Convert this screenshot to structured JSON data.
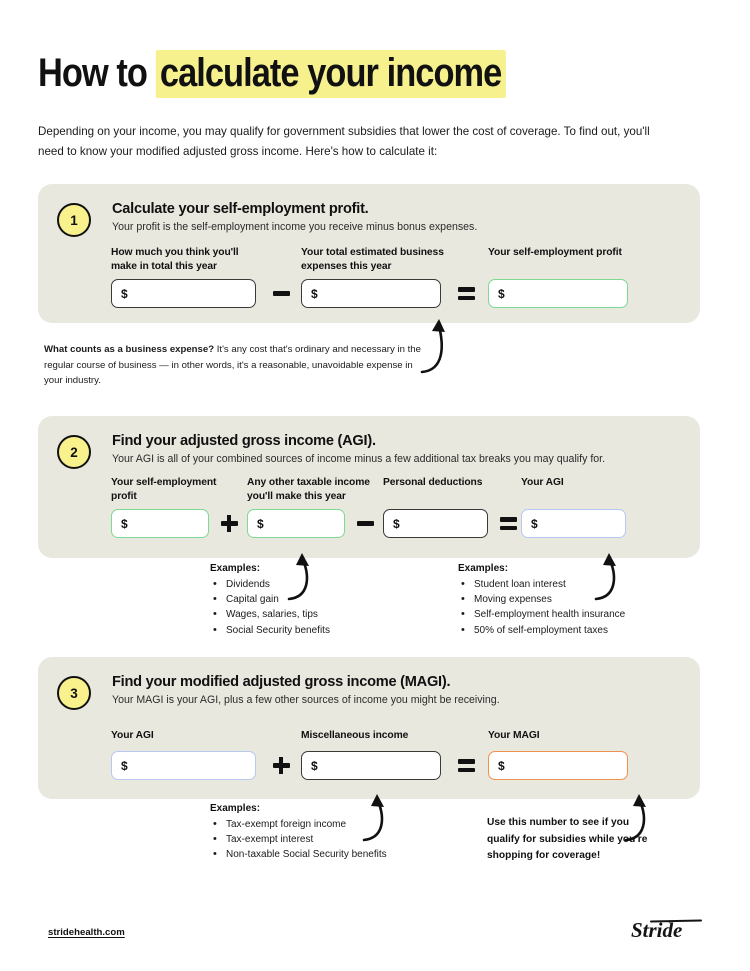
{
  "header": {
    "title_plain": "How to ",
    "title_highlight": "calculate your income",
    "intro": "Depending on your income, you may qualify for government subsidies that lower the cost of coverage. To find out, you'll need to know your modified adjusted gross income. Here's how to calculate it:"
  },
  "colors": {
    "highlight": "#F6F08D",
    "card_bg": "#E9E8DF",
    "badge_bg": "#F8F18C",
    "border_default": "#3A3A38",
    "border_green": "#7ED992",
    "border_blue": "#B8C8F0",
    "border_orange": "#F0924F"
  },
  "steps": [
    {
      "number": "1",
      "title": "Calculate your self-employment profit.",
      "subtitle": "Your profit is the self-employment income you receive minus bonus expenses.",
      "fields": [
        {
          "label": "How much you think you'll make in total this year",
          "value": "",
          "prefix": "$",
          "border": "default"
        },
        {
          "label": "Your total estimated business expenses this year",
          "value": "",
          "prefix": "$",
          "border": "default"
        },
        {
          "label": "Your self-employment profit",
          "value": "",
          "prefix": "$",
          "border": "green"
        }
      ],
      "operators": [
        "minus",
        "equals"
      ]
    },
    {
      "number": "2",
      "title": "Find your adjusted gross income (AGI).",
      "subtitle": "Your AGI is all of your combined sources of income minus a few additional tax breaks you may qualify for.",
      "fields": [
        {
          "label": "Your self-employment profit",
          "value": "",
          "prefix": "$",
          "border": "green"
        },
        {
          "label": "Any other taxable income you'll make this year",
          "value": "",
          "prefix": "$",
          "border": "green"
        },
        {
          "label": "Personal deductions",
          "value": "",
          "prefix": "$",
          "border": "default"
        },
        {
          "label": "Your AGI",
          "value": "",
          "prefix": "$",
          "border": "blue"
        }
      ],
      "operators": [
        "plus",
        "minus",
        "equals"
      ]
    },
    {
      "number": "3",
      "title": "Find your modified adjusted gross income (MAGI).",
      "subtitle": "Your MAGI is your AGI, plus a few other sources of income you might be receiving.",
      "fields": [
        {
          "label": "Your AGI",
          "value": "",
          "prefix": "$",
          "border": "blue"
        },
        {
          "label": "Miscellaneous income",
          "value": "",
          "prefix": "$",
          "border": "default"
        },
        {
          "label": "Your MAGI",
          "value": "",
          "prefix": "$",
          "border": "orange"
        }
      ],
      "operators": [
        "plus",
        "equals"
      ]
    }
  ],
  "notes": {
    "business_expense_bold": "What counts as a business expense?",
    "business_expense_text": " It's any cost that's ordinary and necessary in the regular course of business — in other words, it's a reasonable, unavoidable expense in your industry."
  },
  "examples": {
    "label": "Examples:",
    "taxable_income": [
      "Dividends",
      "Capital gain",
      "Wages, salaries, tips",
      "Social Security benefits"
    ],
    "personal_deductions": [
      "Student loan interest",
      "Moving expenses",
      "Self-employment health insurance",
      "50% of self-employment taxes"
    ],
    "misc_income": [
      "Tax-exempt foreign income",
      "Tax-exempt interest",
      "Non-taxable Social Security benefits"
    ]
  },
  "callout": {
    "magi": "Use this number to see if you qualify for subsidies while you're shopping for coverage!"
  },
  "footer": {
    "link": "stridehealth.com",
    "logo_text": "Stride"
  }
}
